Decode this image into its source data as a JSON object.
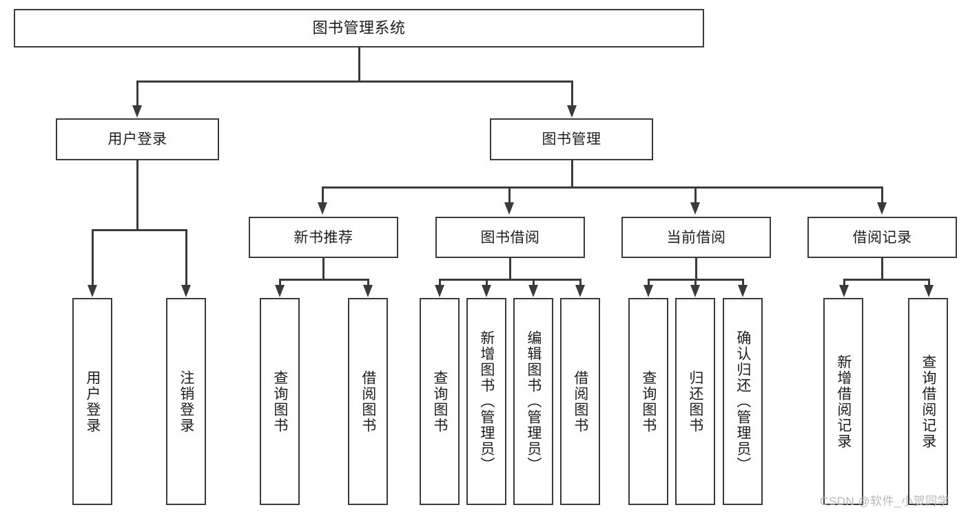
{
  "diagram": {
    "type": "tree-hierarchy-chart",
    "title": "图书管理系统",
    "background": "#ffffff",
    "stroke_color": "#3a3a3a",
    "text_color": "#1d1d1d"
  },
  "root": {
    "label": "图书管理系统"
  },
  "level2": [
    {
      "label": "用户登录"
    },
    {
      "label": "图书管理"
    }
  ],
  "level3": [
    {
      "label": "新书推荐"
    },
    {
      "label": "图书借阅"
    },
    {
      "label": "当前借阅"
    },
    {
      "label": "借阅记录"
    }
  ],
  "leaves": {
    "user_login": [
      {
        "label": "用户登录"
      },
      {
        "label": "注销登录"
      }
    ],
    "new_book_recommend": [
      {
        "label": "查询图书"
      },
      {
        "label": "借阅图书"
      }
    ],
    "book_borrow": [
      {
        "label": "查询图书"
      },
      {
        "label": "新增图书（管理员）"
      },
      {
        "label": "编辑图书（管理员）"
      },
      {
        "label": "借阅图书"
      }
    ],
    "current_borrow": [
      {
        "label": "查询图书"
      },
      {
        "label": "归还图书"
      },
      {
        "label": "确认归还（管理员）"
      }
    ],
    "borrow_record": [
      {
        "label": "新增借阅记录"
      },
      {
        "label": "查询借阅记录"
      }
    ]
  },
  "watermark": {
    "text": "CSDN @软件_小贺同学",
    "color": "#b9b9b9"
  }
}
